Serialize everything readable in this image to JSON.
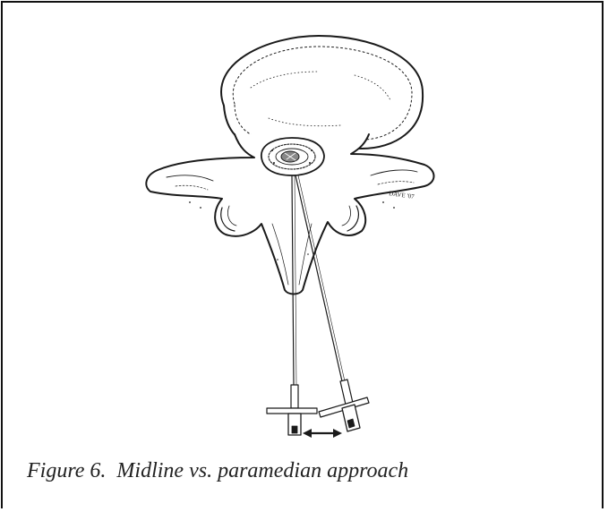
{
  "figure": {
    "caption": "Figure 6.  Midline vs. paramedian approach",
    "artist_signature": "DAVE '07"
  },
  "illustration": {
    "subject": "lumbar-vertebra-cross-section",
    "needles": [
      "midline-needle",
      "paramedian-needle"
    ],
    "arrow": "double-headed",
    "colors": {
      "line": "#1a1a1a",
      "fill": "#ffffff",
      "hatch": "#555555"
    }
  }
}
